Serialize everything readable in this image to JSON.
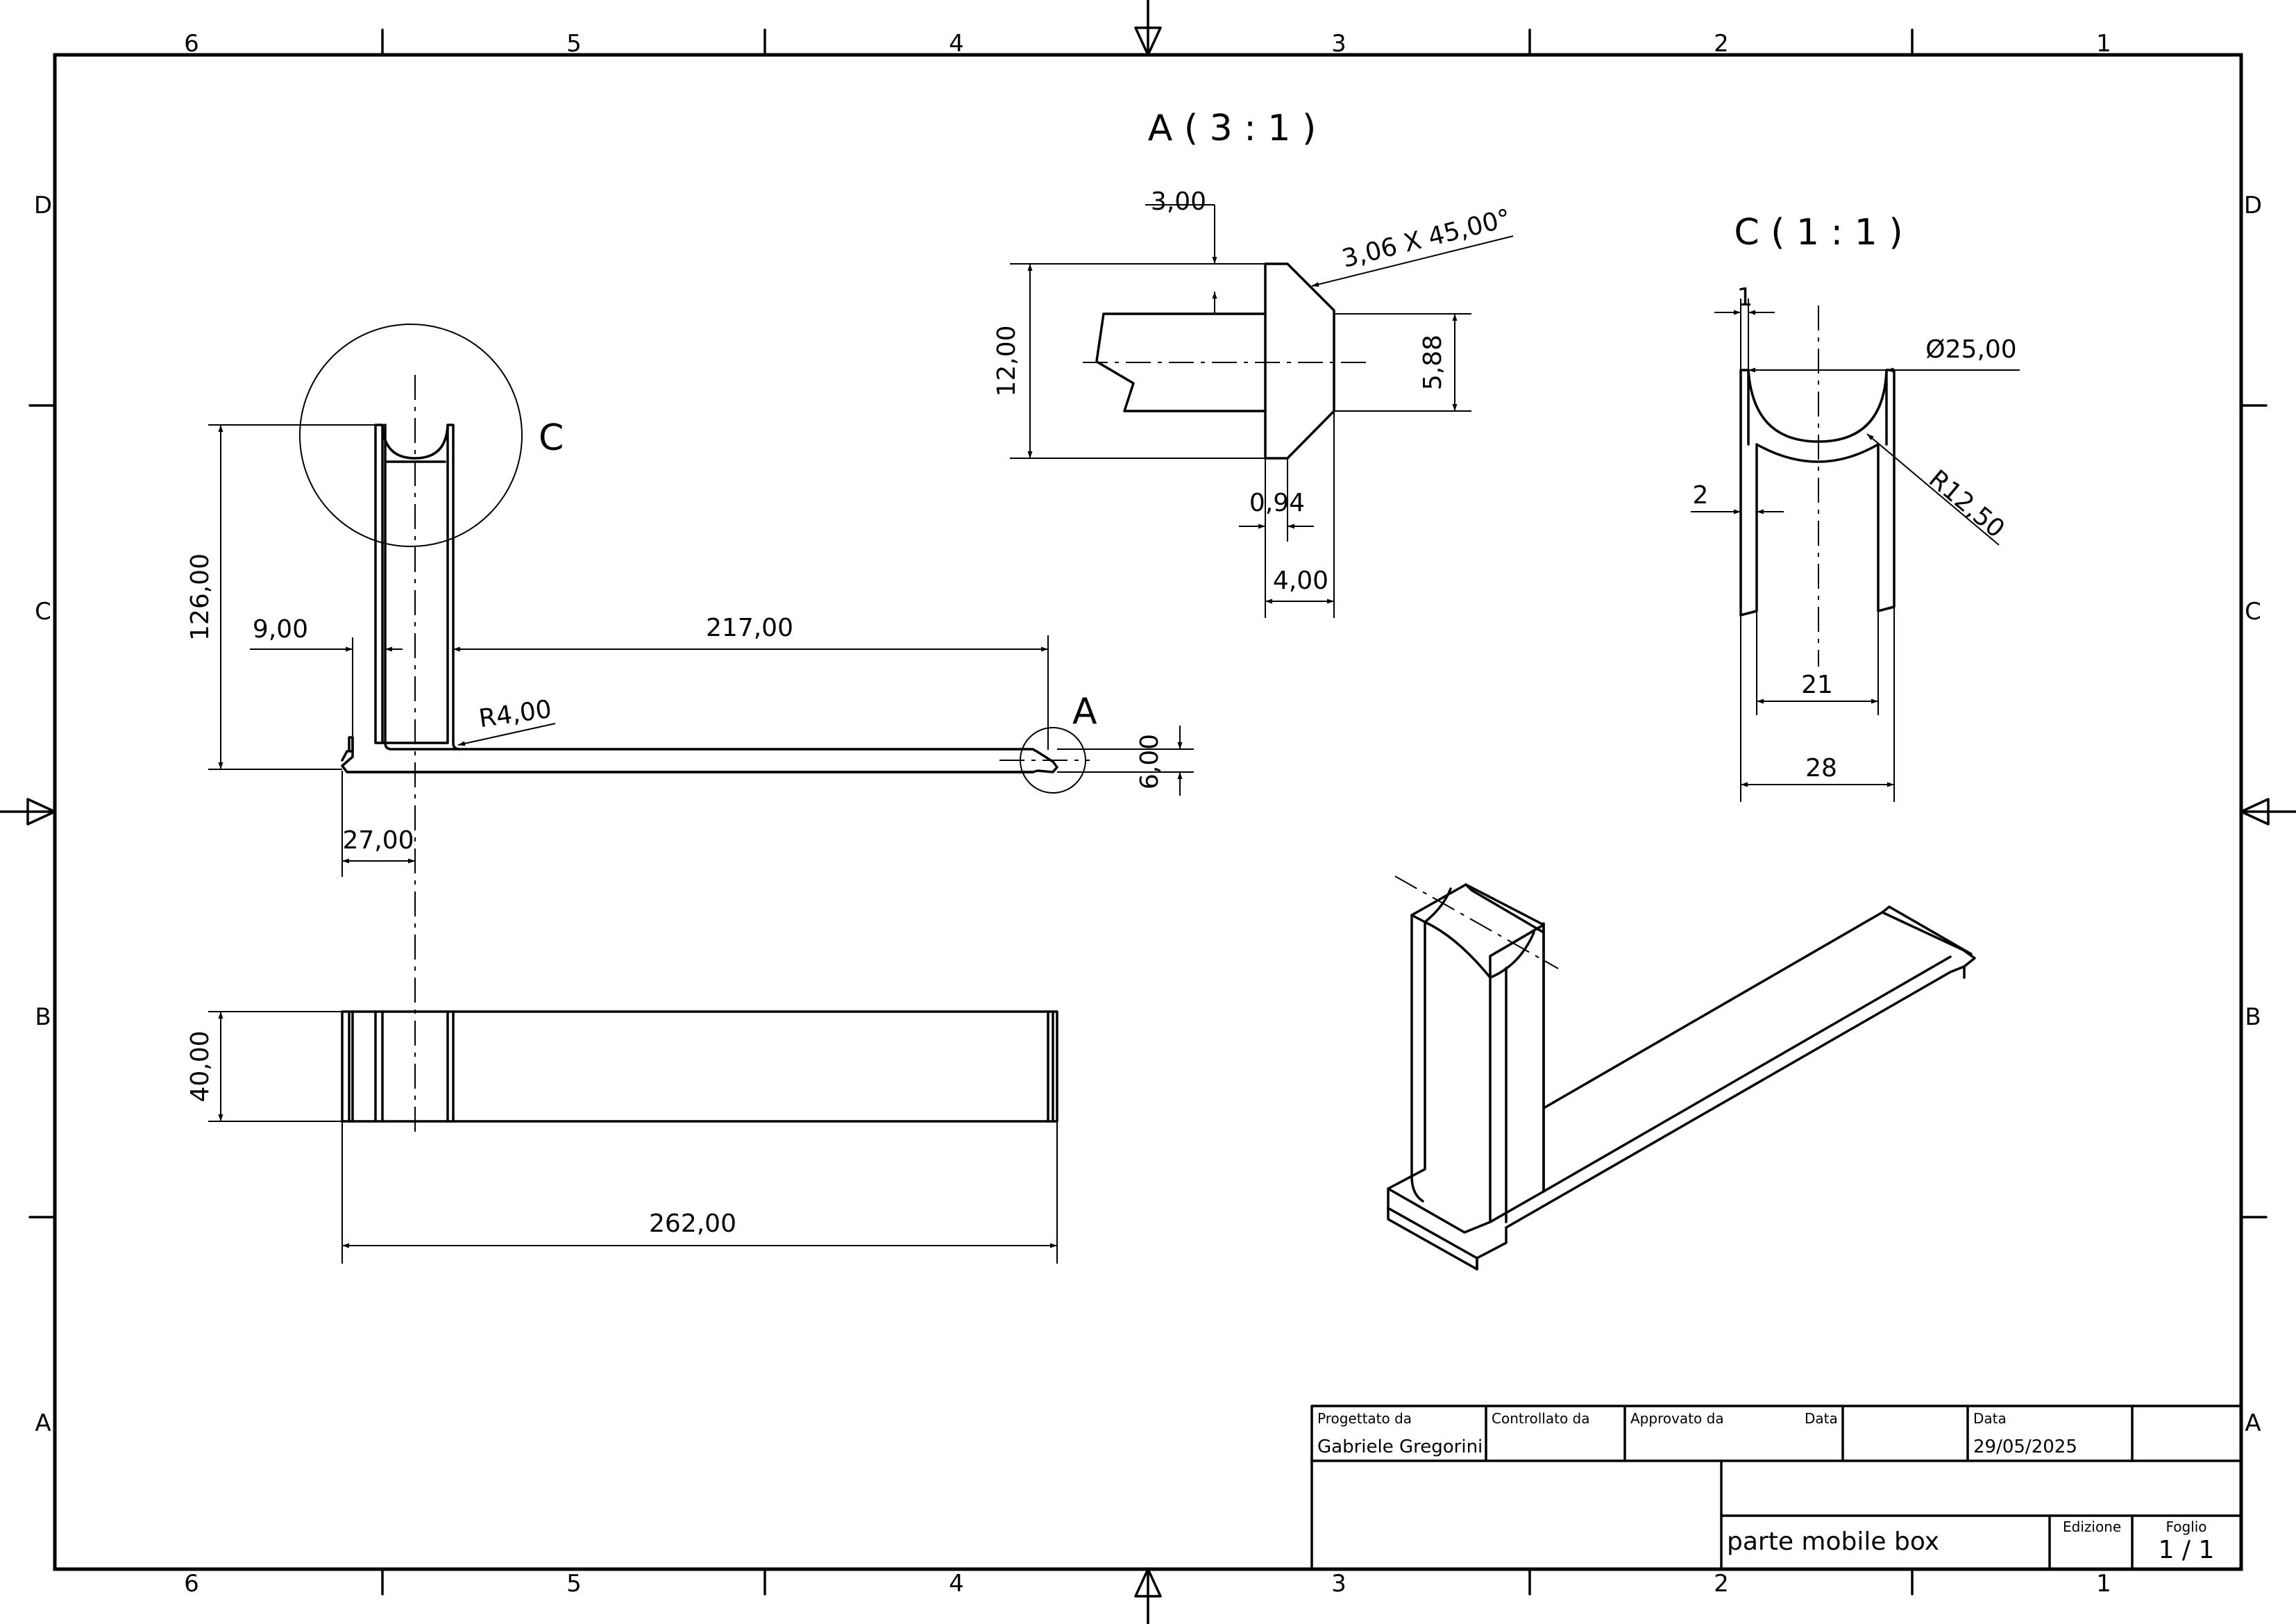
{
  "grid": {
    "columns": [
      "6",
      "5",
      "4",
      "3",
      "2",
      "1"
    ],
    "rows": [
      "D",
      "C",
      "B",
      "A"
    ]
  },
  "views": {
    "detail_a_title": "A ( 3 : 1 )",
    "detail_c_title": "C ( 1 : 1 )",
    "detail_a_marker": "A",
    "detail_c_marker": "C"
  },
  "dimensions": {
    "main": {
      "height": "126,00",
      "wall": "9,00",
      "length": "217,00",
      "radius": "R4,00",
      "thickness": "6,00",
      "offset": "27,00"
    },
    "top": {
      "width": "40,00",
      "length": "262,00"
    },
    "detail_a": {
      "top": "3,00",
      "chamfer": "3,06 X 45,00°",
      "height": "12,00",
      "lip": "5,88",
      "gap": "0,94",
      "depth": "4,00"
    },
    "detail_c": {
      "wall_top": "1",
      "diameter": "Ø25,00",
      "wall": "2",
      "radius": "R12,50",
      "inner": "21",
      "outer": "28"
    }
  },
  "title_block": {
    "designed_by_label": "Progettato da",
    "designed_by": "Gabriele Gregorini",
    "checked_by_label": "Controllato da",
    "approved_by_label": "Approvato da",
    "date_label_1": "Data",
    "date_label_2": "Data",
    "date": "29/05/2025",
    "title": "parte mobile box",
    "edition_label": "Edizione",
    "sheet_label": "Foglio",
    "sheet": "1 / 1"
  }
}
